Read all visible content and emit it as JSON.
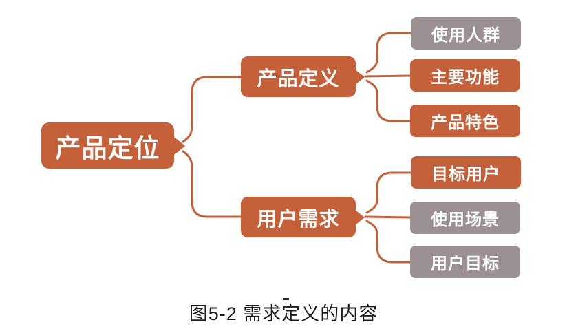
{
  "diagram": {
    "root": {
      "label": "产品定位",
      "variant": "orange"
    },
    "branches": [
      {
        "label": "产品定义",
        "variant": "orange",
        "children": [
          {
            "label": "使用人群",
            "variant": "gray"
          },
          {
            "label": "主要功能",
            "variant": "orange"
          },
          {
            "label": "产品特色",
            "variant": "orange"
          }
        ]
      },
      {
        "label": "用户需求",
        "variant": "orange",
        "children": [
          {
            "label": "目标用户",
            "variant": "orange"
          },
          {
            "label": "使用场景",
            "variant": "gray"
          },
          {
            "label": "用户目标",
            "variant": "gray"
          }
        ]
      }
    ],
    "colors": {
      "orange": "#C4613A",
      "gray": "#9B9193",
      "connector": "#C0613A",
      "node_text": "#FFFFFF",
      "caption_text": "#1C1C1C"
    }
  },
  "caption": {
    "text": "图5-2 需求定义的内容"
  }
}
